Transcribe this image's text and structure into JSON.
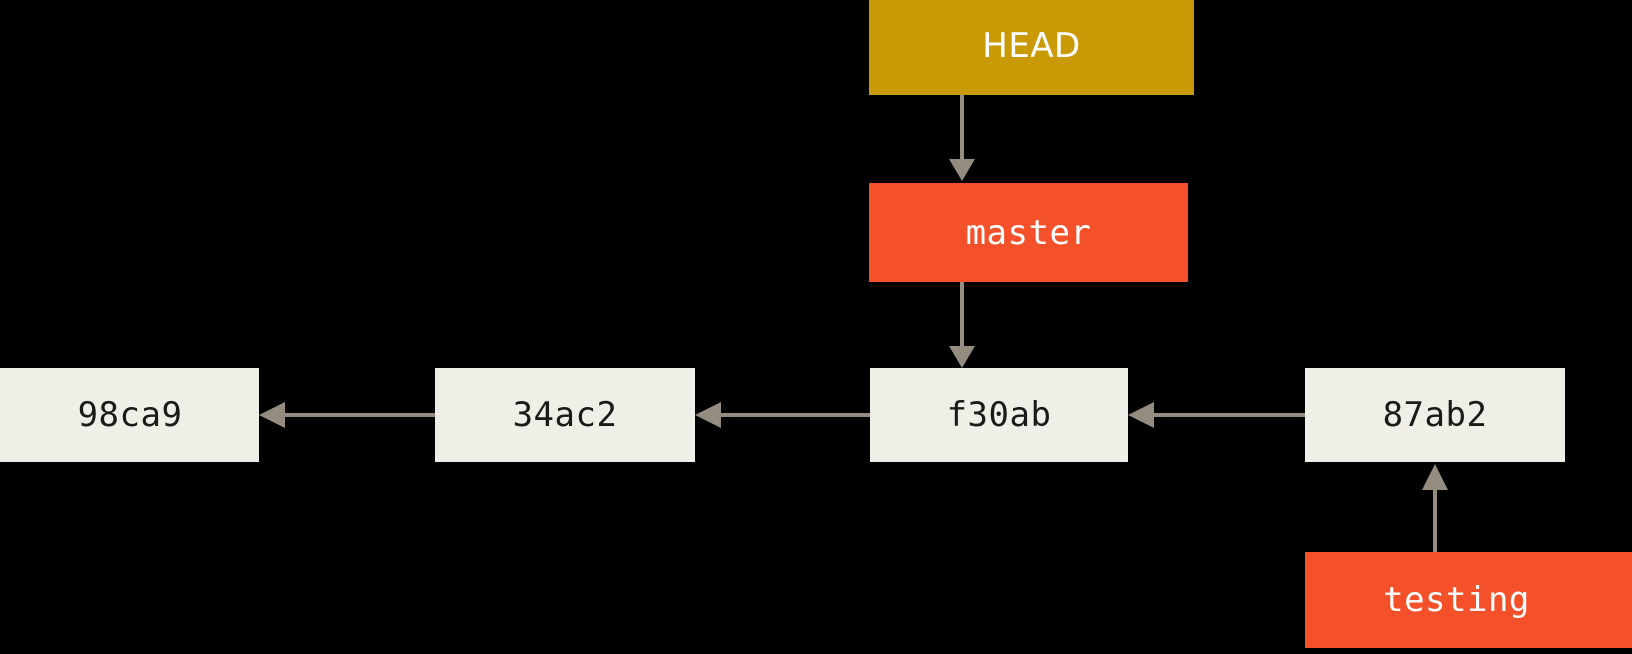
{
  "diagram": {
    "title": "git-branch-pointer-diagram",
    "background_color": "#000000",
    "colors": {
      "head_fill": "#C99A06",
      "branch_fill": "#F4502A",
      "commit_fill": "#EFEEE7",
      "commit_text": "#1A1A18",
      "node_text": "#FFFFFF",
      "edge": "#958C80"
    },
    "nodes": {
      "head": {
        "label": "HEAD",
        "kind": "head-pointer"
      },
      "master": {
        "label": "master",
        "kind": "branch-pointer"
      },
      "testing": {
        "label": "testing",
        "kind": "branch-pointer"
      },
      "commit_98ca9": {
        "label": "98ca9",
        "kind": "commit"
      },
      "commit_34ac2": {
        "label": "34ac2",
        "kind": "commit"
      },
      "commit_f30ab": {
        "label": "f30ab",
        "kind": "commit"
      },
      "commit_87ab2": {
        "label": "87ab2",
        "kind": "commit"
      }
    },
    "edges": [
      {
        "name": "head-to-master",
        "from": "HEAD",
        "to": "master",
        "direction": "down"
      },
      {
        "name": "master-to-f30ab",
        "from": "master",
        "to": "f30ab",
        "direction": "down"
      },
      {
        "name": "34ac2-to-98ca9",
        "from": "34ac2",
        "to": "98ca9",
        "direction": "left"
      },
      {
        "name": "f30ab-to-34ac2",
        "from": "f30ab",
        "to": "34ac2",
        "direction": "left"
      },
      {
        "name": "87ab2-to-f30ab",
        "from": "87ab2",
        "to": "f30ab",
        "direction": "left"
      },
      {
        "name": "testing-to-87ab2",
        "from": "testing",
        "to": "87ab2",
        "direction": "up"
      }
    ]
  }
}
